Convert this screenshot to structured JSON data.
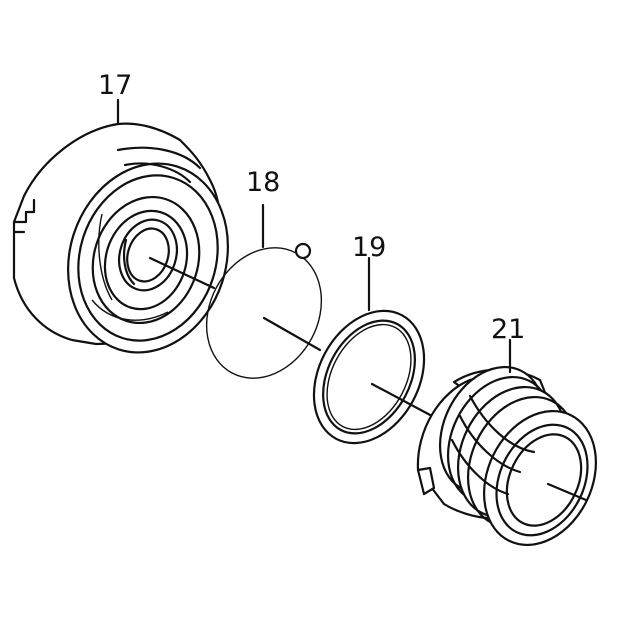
{
  "parts": [
    {
      "key": "part_17",
      "label": "17"
    },
    {
      "key": "part_18",
      "label": "18"
    },
    {
      "key": "part_19",
      "label": "19"
    },
    {
      "key": "part_21",
      "label": "21"
    }
  ]
}
